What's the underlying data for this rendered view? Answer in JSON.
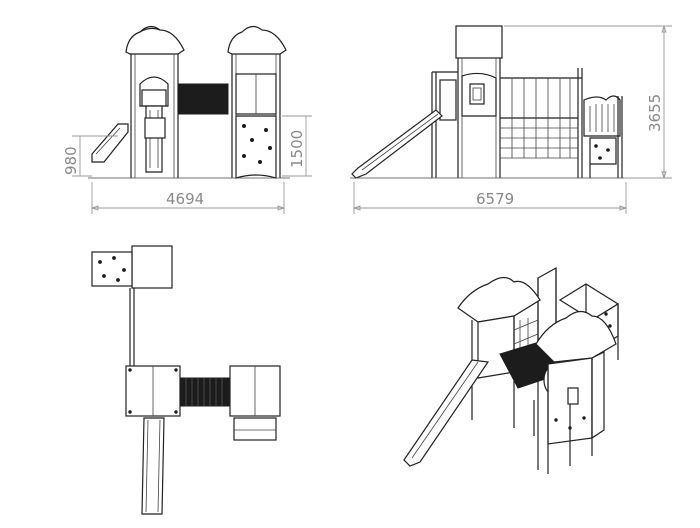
{
  "dimensions": {
    "front_width": "4694",
    "front_slide_height": "980",
    "front_platform_height": "1500",
    "side_width": "6579",
    "side_total_height": "3655"
  },
  "views": {
    "front": "front elevation",
    "side": "side elevation",
    "plan": "top plan view",
    "iso": "isometric view"
  },
  "colors": {
    "line": "#222222",
    "dimension": "#9a9a9a",
    "tunnel": "#1c1c1c"
  }
}
